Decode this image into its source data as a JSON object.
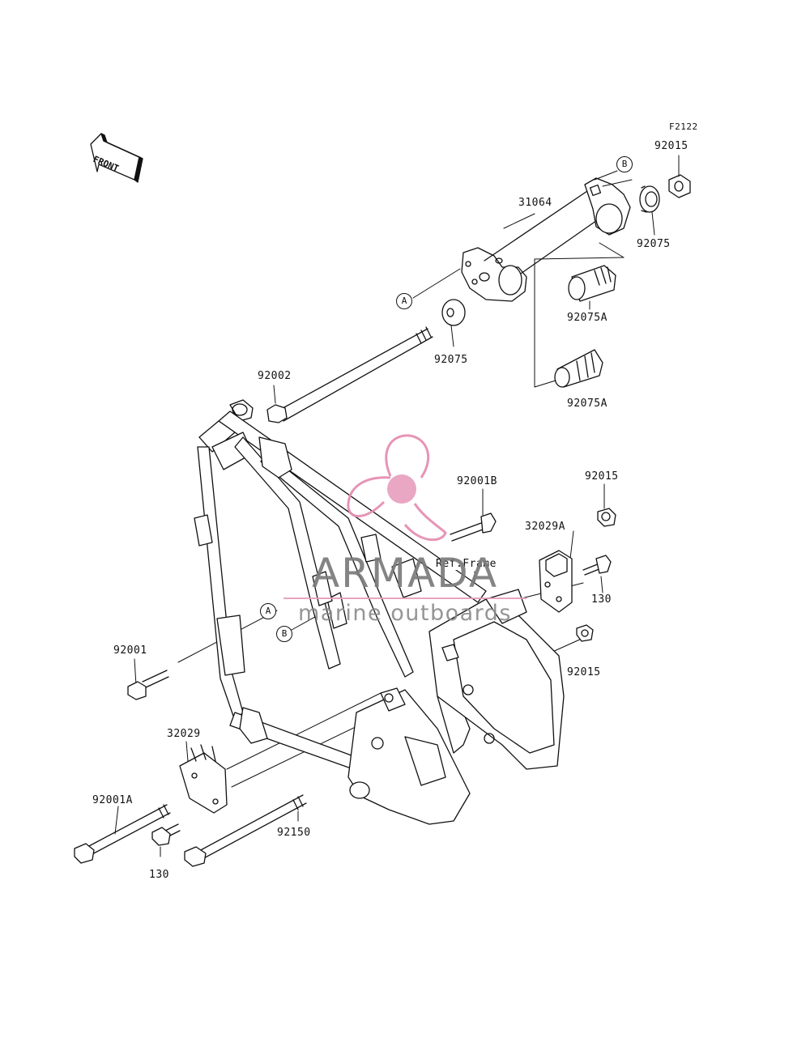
{
  "figure_code": "F2122",
  "orientation_label": "FRONT",
  "parts": {
    "p92015_top": "92015",
    "p92075_top": "92075",
    "p31064": "31064",
    "p92075A_1": "92075A",
    "p92075_mid": "92075",
    "p92075A_2": "92075A",
    "p92002": "92002",
    "p92001B": "92001B",
    "p92015_mid": "92015",
    "p32029A": "32029A",
    "p130_right": "130",
    "p92001": "92001",
    "p92015_low": "92015",
    "p32029": "32029",
    "p92001A": "92001A",
    "p92150": "92150",
    "p130_left": "130"
  },
  "reference_text": "Ref.Frame",
  "callouts": {
    "a": "A",
    "b": "B"
  },
  "watermark": {
    "brand": "ARMADA",
    "tagline": "marine outboards",
    "logo_color": "#e58fb3",
    "text_color": "#7a7a7a"
  }
}
